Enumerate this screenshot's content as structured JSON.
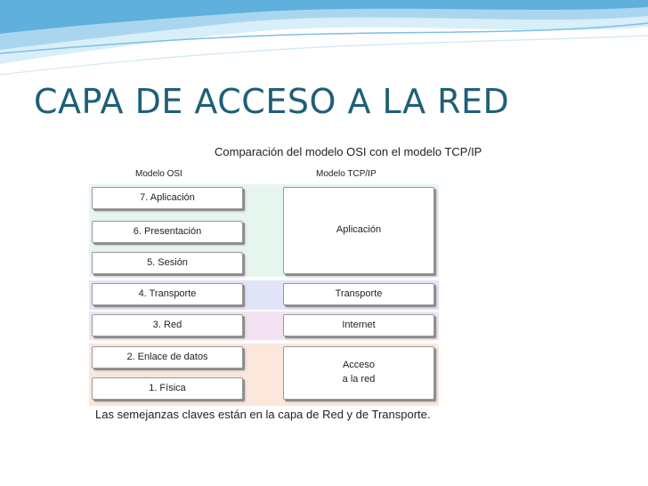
{
  "slide": {
    "title": "CAPA DE ACCESO A LA RED"
  },
  "figure": {
    "title": "Comparación del modelo OSI con el modelo TCP/IP",
    "osi_header": "Modelo OSI",
    "tcpip_header": "Modelo TCP/IP",
    "osi_layers": [
      "7. Aplicación",
      "6. Presentación",
      "5. Sesión",
      "4. Transporte",
      "3. Red",
      "2. Enlace de datos",
      "1. Física"
    ],
    "tcpip_layers": [
      "Aplicación",
      "Transporte",
      "Internet",
      "Acceso\na la red"
    ],
    "band_colors": [
      "#e6f6ee",
      "#e2e4f8",
      "#f3e2f1",
      "#fbe7dc"
    ],
    "note": "Las semejanzas claves están en la capa de Red y de Transporte."
  }
}
